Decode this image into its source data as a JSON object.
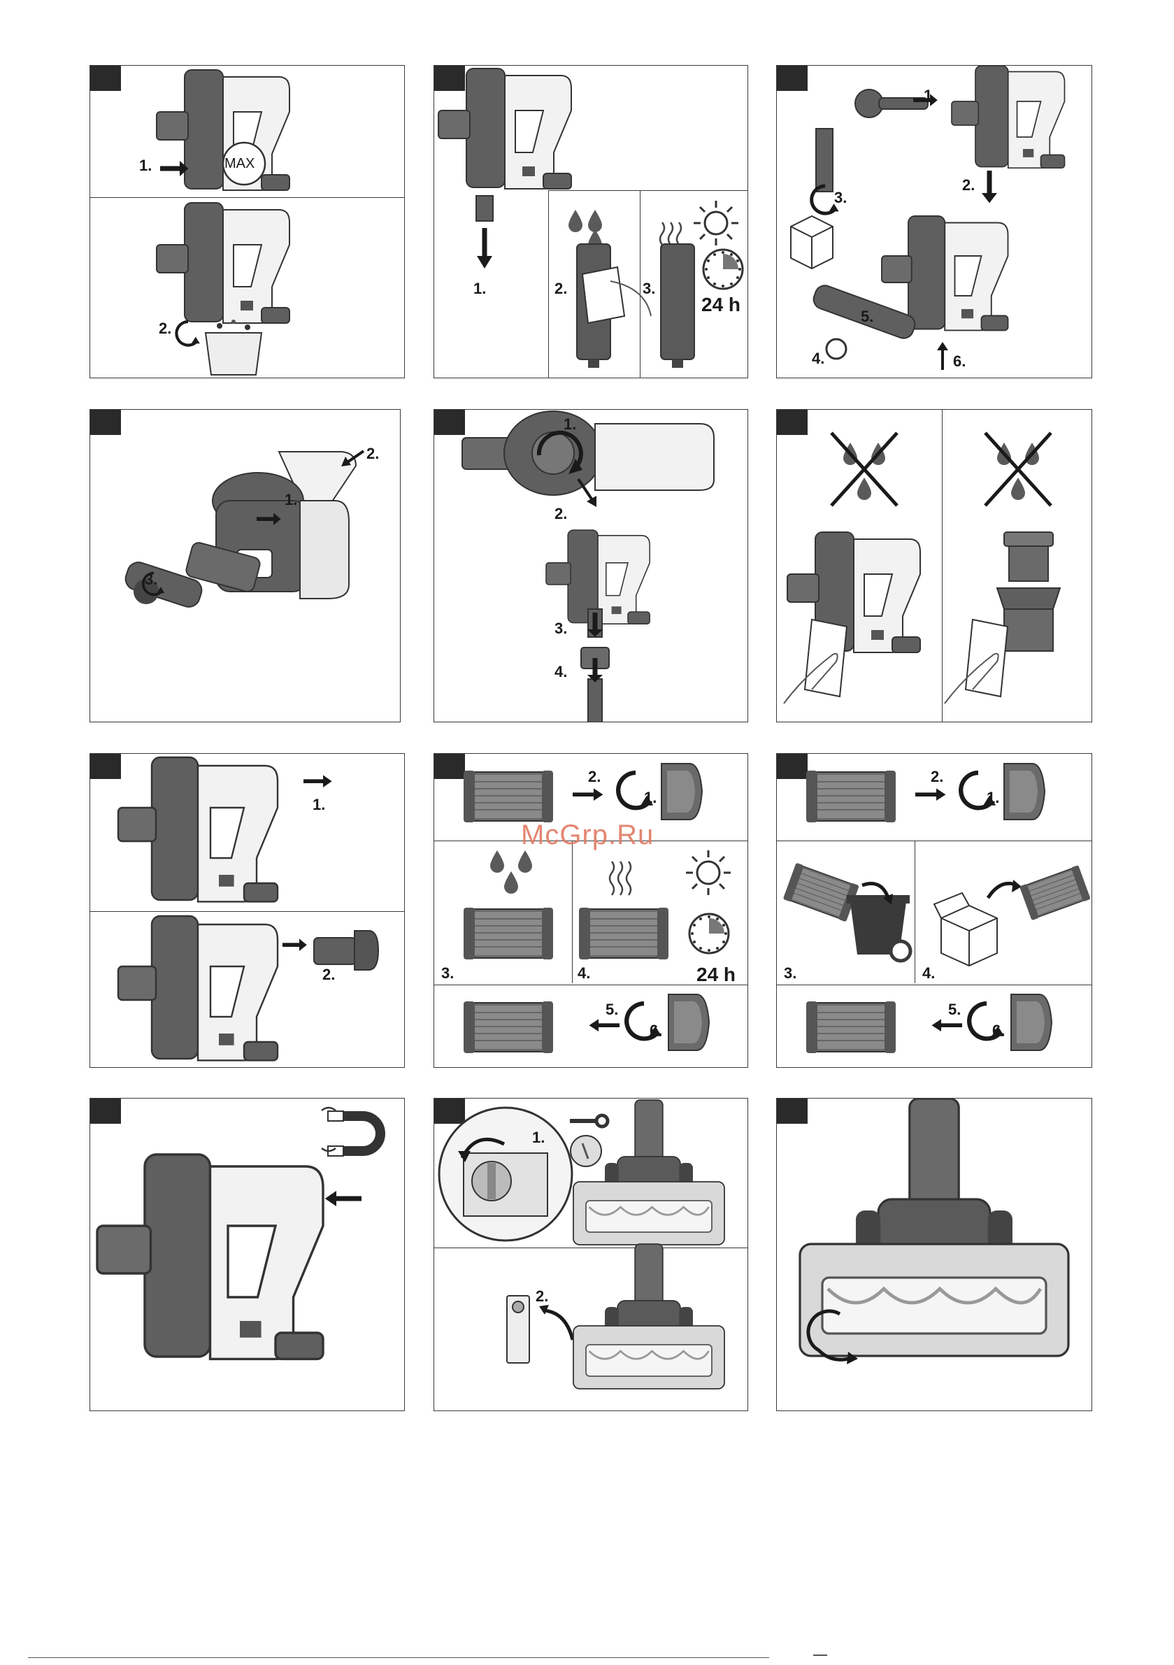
{
  "watermark": "McGrp.Ru",
  "colors": {
    "device_dark": "#5f5f5f",
    "device_light": "#f2f2f2",
    "outline": "#3a3a3a",
    "watermark": "#e07a62"
  },
  "figures": [
    {
      "id": "fig1",
      "labels": [
        "1.",
        "MAX",
        "2."
      ]
    },
    {
      "id": "fig2",
      "labels": [
        "1.",
        "2.",
        "3.",
        "24 h"
      ]
    },
    {
      "id": "fig3",
      "labels": [
        "1.",
        "2.",
        "3.",
        "4.",
        "5.",
        "6."
      ]
    },
    {
      "id": "fig4",
      "labels": [
        "1.",
        "2.",
        "3."
      ]
    },
    {
      "id": "fig5",
      "labels": [
        "1.",
        "2.",
        "3.",
        "4."
      ]
    },
    {
      "id": "fig6",
      "labels": []
    },
    {
      "id": "fig7",
      "labels": [
        "1.",
        "2."
      ]
    },
    {
      "id": "fig8",
      "labels": [
        "2.",
        "1.",
        "3.",
        "4.",
        "24 h",
        "5.",
        "6."
      ]
    },
    {
      "id": "fig9",
      "labels": [
        "2.",
        "1.",
        "3.",
        "4.",
        "5.",
        "6."
      ]
    },
    {
      "id": "fig10",
      "labels": []
    },
    {
      "id": "fig11",
      "labels": [
        "1.",
        "2."
      ]
    },
    {
      "id": "fig12",
      "labels": []
    }
  ]
}
